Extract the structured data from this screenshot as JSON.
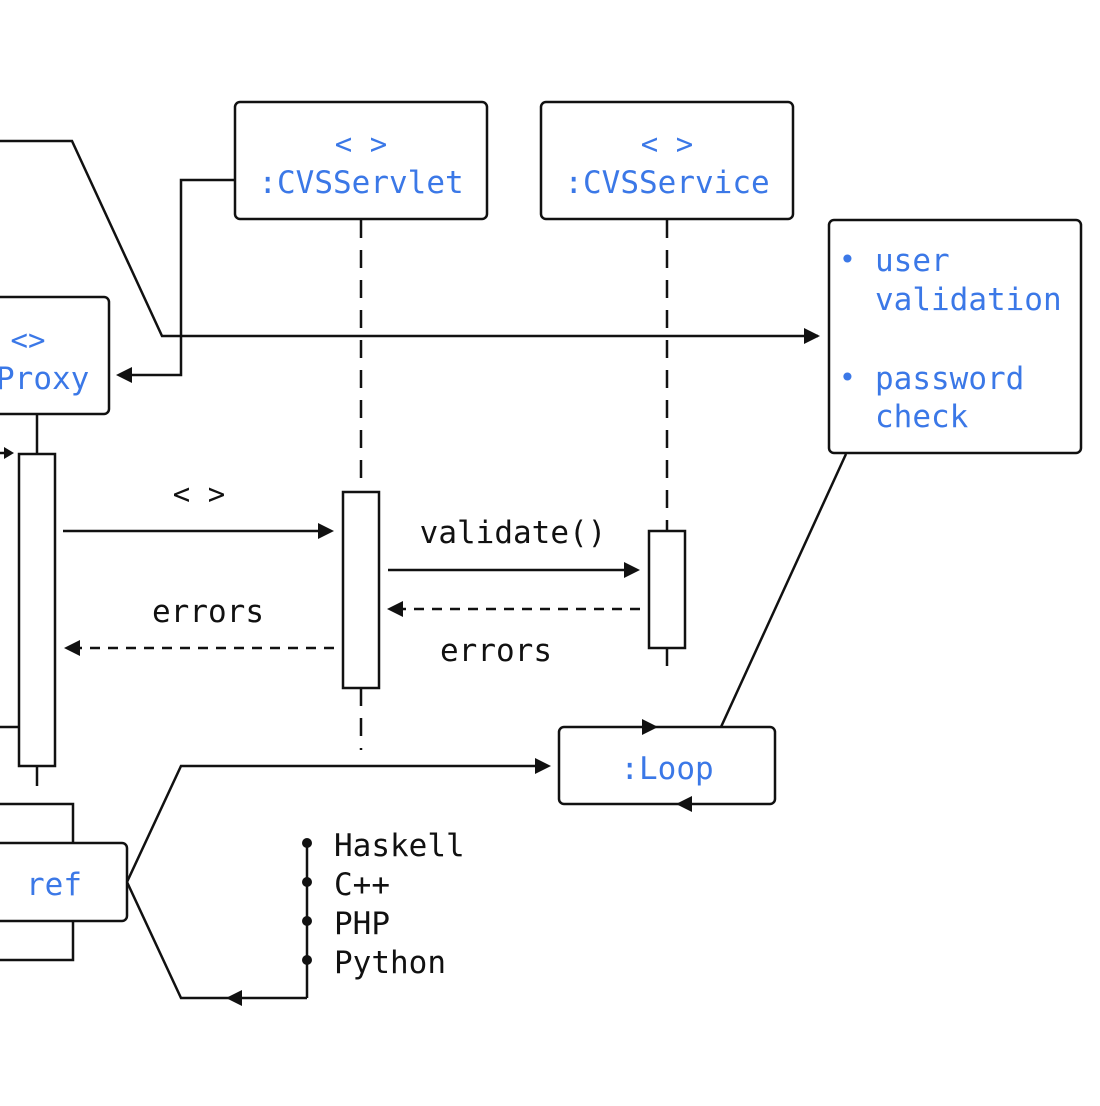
{
  "colors": {
    "accent": "#3b78e7",
    "ink": "#111111",
    "background": "#ffffff"
  },
  "participants": {
    "proxy": {
      "stereotype": "<>",
      "name": "Proxy"
    },
    "servlet": {
      "stereotype": "< >",
      "name": ":CVSServlet"
    },
    "service": {
      "stereotype": "< >",
      "name": ":CVSService"
    }
  },
  "note": {
    "items": [
      "user",
      "validation",
      "password",
      "check"
    ],
    "bullet": "•"
  },
  "messages": {
    "proxy_to_servlet": "< >",
    "validate": "validate()",
    "errors_return_to_proxy": "errors",
    "errors_return_to_servlet": "errors"
  },
  "loop": {
    "label": ":Loop"
  },
  "ref": {
    "label": "ref"
  },
  "languages": [
    "Haskell",
    "C++",
    "PHP",
    "Python"
  ]
}
